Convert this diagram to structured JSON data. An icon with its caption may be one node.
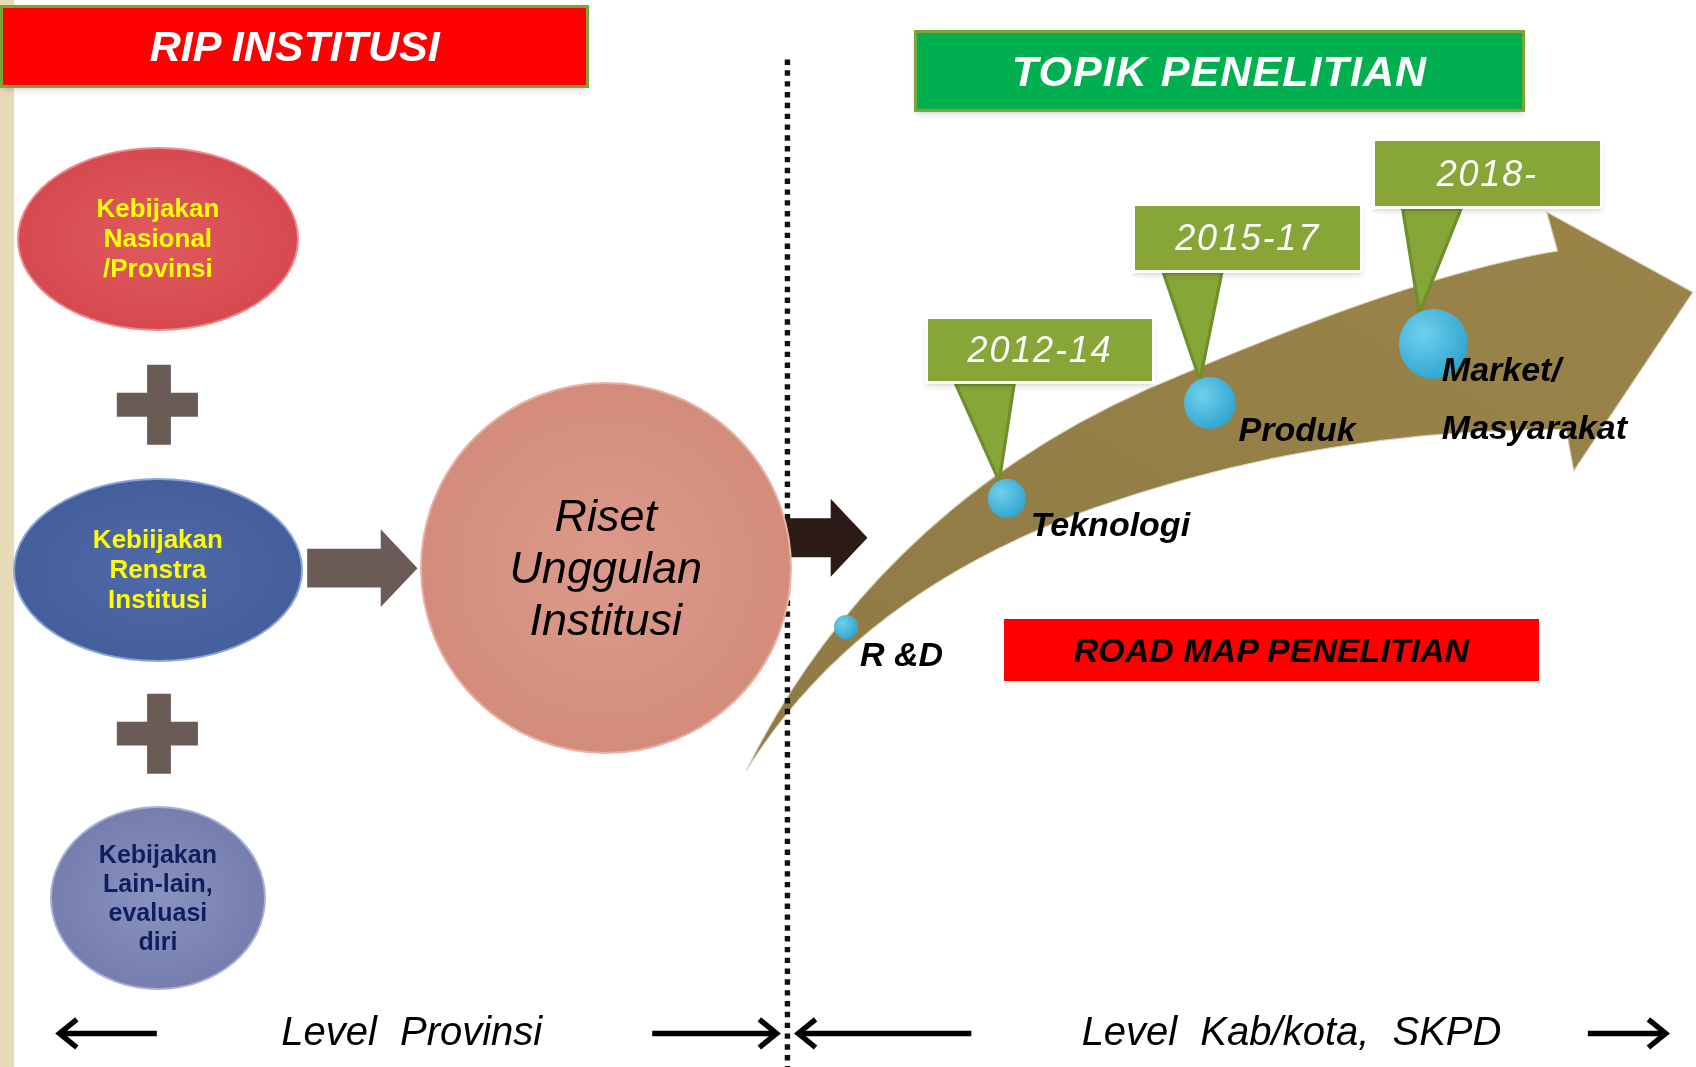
{
  "diagram": {
    "nodes": [
      {
        "text": [
          "RIP INSTITUSI"
        ]
      },
      {
        "text": [
          "TOPIK PENELITIAN"
        ]
      },
      {
        "text": [
          "Kebijakan Nasional /Provinsi"
        ]
      },
      {
        "text": [
          "Kebiijakan Renstra Institusi"
        ]
      },
      {
        "text": [
          "Kebijakan Lain-lain, evaluasi diri"
        ]
      },
      {
        "text": [
          "Riset Unggulan Institusi"
        ]
      },
      {
        "text": [
          "2012-14"
        ]
      },
      {
        "text": [
          "2015-17"
        ]
      },
      {
        "text": [
          "2018-"
        ]
      },
      {
        "text": [],
        "shape": "circle",
        "beside": [
          "R &D"
        ]
      },
      {
        "text": [],
        "shape": "circle",
        "beside": [
          "Teknologi"
        ]
      },
      {
        "text": [],
        "shape": "circle",
        "beside": [
          "Produk"
        ]
      },
      {
        "text": [],
        "shape": "circle",
        "beside": [
          "Market/ Masyarakat"
        ]
      },
      {
        "text": [
          "ROAD MAP PENELITIAN"
        ]
      }
    ],
    "edges": [
      {
        "from": 3,
        "to": 5,
        "arrow": "to",
        "color": "#6b5b57"
      },
      {
        "from": 5,
        "to": null,
        "arrow": "to",
        "color": "#2b1a15"
      },
      {
        "from": 6,
        "to": 10,
        "arrow": "to"
      },
      {
        "from": 7,
        "to": 11,
        "arrow": "to"
      },
      {
        "from": 8,
        "to": 12,
        "arrow": "to"
      }
    ],
    "labels": [
      "Level Provinsi",
      "Level Kab/kota, SKPD"
    ]
  }
}
